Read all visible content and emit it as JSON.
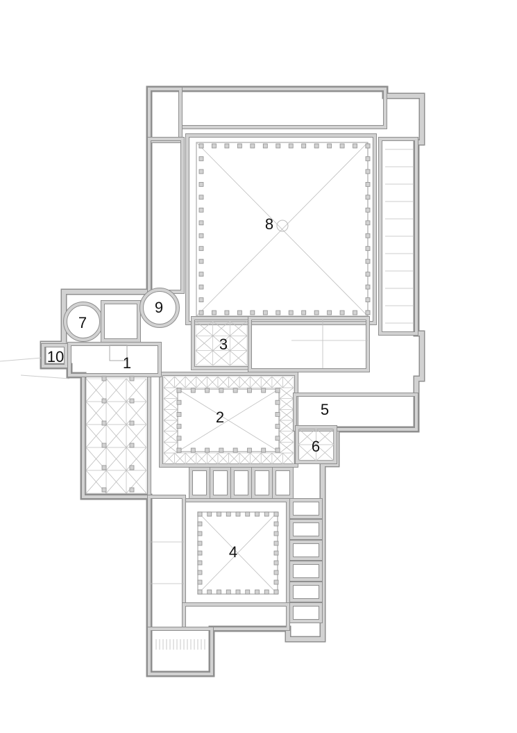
{
  "plan": {
    "wall_fill": "#d2d2d2",
    "wall_edge": "#8f8f8f",
    "thin_line": "#bdbdbd",
    "labels": [
      {
        "id": "1",
        "text": "1"
      },
      {
        "id": "2",
        "text": "2"
      },
      {
        "id": "3",
        "text": "3"
      },
      {
        "id": "4",
        "text": "4"
      },
      {
        "id": "5",
        "text": "5"
      },
      {
        "id": "6",
        "text": "6"
      },
      {
        "id": "7",
        "text": "7"
      },
      {
        "id": "8",
        "text": "8"
      },
      {
        "id": "9",
        "text": "9"
      },
      {
        "id": "10",
        "text": "10"
      }
    ]
  }
}
